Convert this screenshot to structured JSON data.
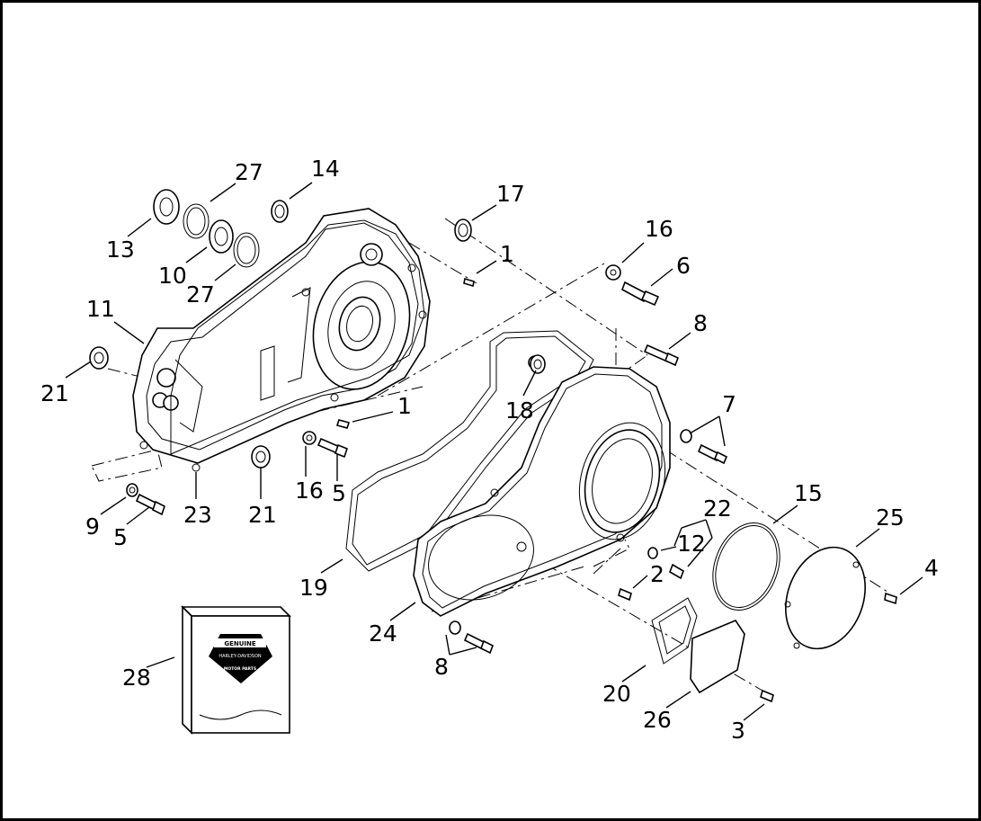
{
  "diagram": {
    "callouts": {
      "c27a": "27",
      "c14": "14",
      "c17": "17",
      "c13": "13",
      "c10": "10",
      "c27b": "27",
      "c1a": "1",
      "c16a": "16",
      "c6": "6",
      "c11": "11",
      "c8a": "8",
      "c21a": "21",
      "c18": "18",
      "c1b": "1",
      "c7": "7",
      "c16b": "16",
      "c5a": "5",
      "c9": "9",
      "c23": "23",
      "c21b": "21",
      "c5b": "5",
      "c22": "22",
      "c15": "15",
      "c25": "25",
      "c12": "12",
      "c2": "2",
      "c4": "4",
      "c19": "19",
      "c24": "24",
      "c8b": "8",
      "c28": "28",
      "c20": "20",
      "c26": "26",
      "c3": "3"
    },
    "logo_text": [
      "GENUINE",
      "HARLEY-DAVIDSON",
      "MOTOR PARTS"
    ]
  }
}
